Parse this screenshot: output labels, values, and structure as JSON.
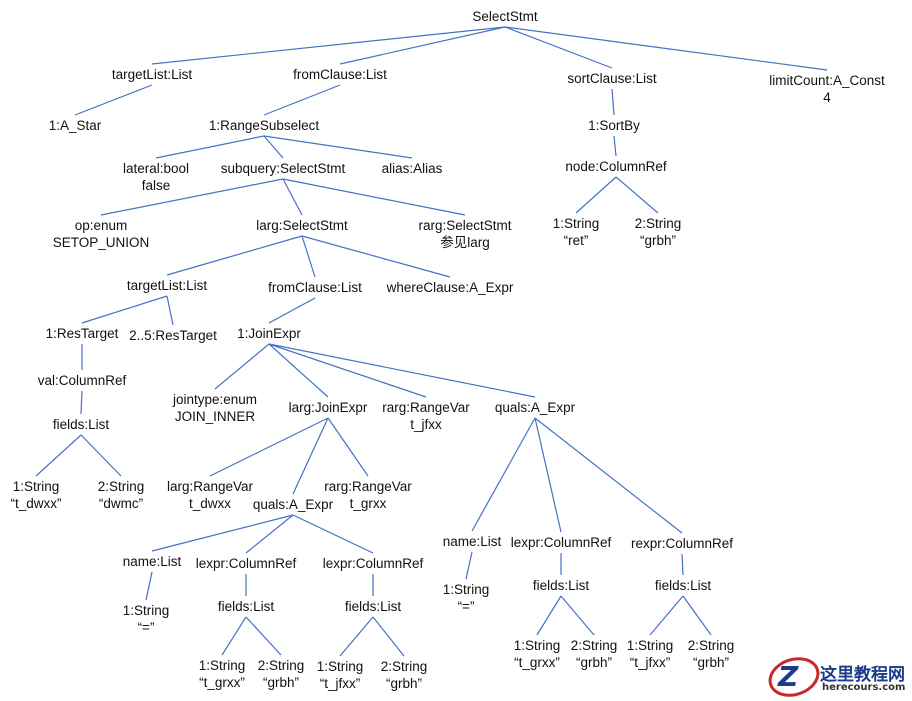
{
  "diagram": {
    "line_color": "#4472c4",
    "nodes": [
      {
        "id": "root",
        "label": "SelectStmt"
      },
      {
        "id": "targetList",
        "label": "targetList:List"
      },
      {
        "id": "fromClause",
        "label": "fromClause:List"
      },
      {
        "id": "sortClause",
        "label": "sortClause:List"
      },
      {
        "id": "limitCount",
        "label": "limitCount:A_Const",
        "sub": "4"
      },
      {
        "id": "aStar",
        "label": "1:A_Star"
      },
      {
        "id": "rangeSubselect",
        "label": "1:RangeSubselect"
      },
      {
        "id": "sortBy",
        "label": "1:SortBy"
      },
      {
        "id": "lateral",
        "label": "lateral:bool",
        "sub": "false"
      },
      {
        "id": "subquery",
        "label": "subquery:SelectStmt"
      },
      {
        "id": "alias",
        "label": "alias:Alias"
      },
      {
        "id": "sortNode",
        "label": "node:ColumnRef"
      },
      {
        "id": "op",
        "label": "op:enum",
        "sub": "SETOP_UNION"
      },
      {
        "id": "larg",
        "label": "larg:SelectStmt"
      },
      {
        "id": "rarg",
        "label": "rarg:SelectStmt",
        "sub": "参见larg"
      },
      {
        "id": "sortStr1",
        "label": "1:String",
        "sub": "“ret”"
      },
      {
        "id": "sortStr2",
        "label": "2:String",
        "sub": "“grbh”"
      },
      {
        "id": "targetList2",
        "label": "targetList:List"
      },
      {
        "id": "fromClause2",
        "label": "fromClause:List"
      },
      {
        "id": "whereClause",
        "label": "whereClause:A_Expr"
      },
      {
        "id": "resTarget1",
        "label": "1:ResTarget"
      },
      {
        "id": "resTarget25",
        "label": "2..5:ResTarget"
      },
      {
        "id": "joinExpr",
        "label": "1:JoinExpr"
      },
      {
        "id": "valColRef",
        "label": "val:ColumnRef"
      },
      {
        "id": "fieldsA",
        "label": "fields:List"
      },
      {
        "id": "strA1",
        "label": "1:String",
        "sub": "“t_dwxx”"
      },
      {
        "id": "strA2",
        "label": "2:String",
        "sub": "“dwmc”"
      },
      {
        "id": "jointype",
        "label": "jointype:enum",
        "sub": "JOIN_INNER"
      },
      {
        "id": "largJoin",
        "label": "larg:JoinExpr"
      },
      {
        "id": "rargRange",
        "label": "rarg:RangeVar",
        "sub": "t_jfxx"
      },
      {
        "id": "quals",
        "label": "quals:A_Expr"
      },
      {
        "id": "largRange2",
        "label": "larg:RangeVar",
        "sub": "t_dwxx"
      },
      {
        "id": "rargRange2",
        "label": "rarg:RangeVar",
        "sub": "t_grxx"
      },
      {
        "id": "quals2",
        "label": "quals:A_Expr"
      },
      {
        "id": "nameList2",
        "label": "name:List"
      },
      {
        "id": "lexprA",
        "label": "lexpr:ColumnRef"
      },
      {
        "id": "lexprB",
        "label": "lexpr:ColumnRef"
      },
      {
        "id": "strEqA",
        "label": "1:String",
        "sub": "“=”"
      },
      {
        "id": "fieldsB",
        "label": "fields:List"
      },
      {
        "id": "fieldsC",
        "label": "fields:List"
      },
      {
        "id": "strB1",
        "label": "1:String",
        "sub": "“t_grxx”"
      },
      {
        "id": "strB2",
        "label": "2:String",
        "sub": "“grbh”"
      },
      {
        "id": "strC1",
        "label": "1:String",
        "sub": "“t_jfxx”"
      },
      {
        "id": "strC2",
        "label": "2:String",
        "sub": "“grbh”"
      },
      {
        "id": "nameList",
        "label": "name:List"
      },
      {
        "id": "lexprD",
        "label": "lexpr:ColumnRef"
      },
      {
        "id": "rexprE",
        "label": "rexpr:ColumnRef"
      },
      {
        "id": "strEqB",
        "label": "1:String",
        "sub": "“=”"
      },
      {
        "id": "fieldsD",
        "label": "fields:List"
      },
      {
        "id": "fieldsE",
        "label": "fields:List"
      },
      {
        "id": "strD1",
        "label": "1:String",
        "sub": "“t_grxx”"
      },
      {
        "id": "strD2",
        "label": "2:String",
        "sub": "“grbh”"
      },
      {
        "id": "strE1",
        "label": "1:String",
        "sub": "“t_jfxx”"
      },
      {
        "id": "strE2",
        "label": "2:String",
        "sub": "“grbh”"
      }
    ],
    "edges": [
      [
        "root",
        "targetList"
      ],
      [
        "root",
        "fromClause"
      ],
      [
        "root",
        "sortClause"
      ],
      [
        "root",
        "limitCount"
      ],
      [
        "targetList",
        "aStar"
      ],
      [
        "fromClause",
        "rangeSubselect"
      ],
      [
        "sortClause",
        "sortBy"
      ],
      [
        "rangeSubselect",
        "lateral"
      ],
      [
        "rangeSubselect",
        "subquery"
      ],
      [
        "rangeSubselect",
        "alias"
      ],
      [
        "sortBy",
        "sortNode"
      ],
      [
        "sortNode",
        "sortStr1"
      ],
      [
        "sortNode",
        "sortStr2"
      ],
      [
        "subquery",
        "op"
      ],
      [
        "subquery",
        "larg"
      ],
      [
        "subquery",
        "rarg"
      ],
      [
        "larg",
        "targetList2"
      ],
      [
        "larg",
        "fromClause2"
      ],
      [
        "larg",
        "whereClause"
      ],
      [
        "targetList2",
        "resTarget1"
      ],
      [
        "targetList2",
        "resTarget25"
      ],
      [
        "resTarget1",
        "valColRef"
      ],
      [
        "valColRef",
        "fieldsA"
      ],
      [
        "fieldsA",
        "strA1"
      ],
      [
        "fieldsA",
        "strA2"
      ],
      [
        "fromClause2",
        "joinExpr"
      ],
      [
        "joinExpr",
        "jointype"
      ],
      [
        "joinExpr",
        "largJoin"
      ],
      [
        "joinExpr",
        "rargRange"
      ],
      [
        "joinExpr",
        "quals"
      ],
      [
        "largJoin",
        "largRange2"
      ],
      [
        "largJoin",
        "quals2"
      ],
      [
        "largJoin",
        "rargRange2"
      ],
      [
        "quals2",
        "nameList2"
      ],
      [
        "quals2",
        "lexprA"
      ],
      [
        "quals2",
        "lexprB"
      ],
      [
        "nameList2",
        "strEqA"
      ],
      [
        "lexprA",
        "fieldsB"
      ],
      [
        "lexprB",
        "fieldsC"
      ],
      [
        "fieldsB",
        "strB1"
      ],
      [
        "fieldsB",
        "strB2"
      ],
      [
        "fieldsC",
        "strC1"
      ],
      [
        "fieldsC",
        "strC2"
      ],
      [
        "quals",
        "nameList"
      ],
      [
        "quals",
        "lexprD"
      ],
      [
        "quals",
        "rexprE"
      ],
      [
        "nameList",
        "strEqB"
      ],
      [
        "lexprD",
        "fieldsD"
      ],
      [
        "rexprE",
        "fieldsE"
      ],
      [
        "fieldsD",
        "strD1"
      ],
      [
        "fieldsD",
        "strD2"
      ],
      [
        "fieldsE",
        "strE1"
      ],
      [
        "fieldsE",
        "strE2"
      ]
    ]
  },
  "watermark": {
    "logo_letter": "Z",
    "name": "这里教程网",
    "url": "herecours.com",
    "colors": {
      "ring": "#c8272b",
      "text": "#1d3a8a"
    }
  }
}
